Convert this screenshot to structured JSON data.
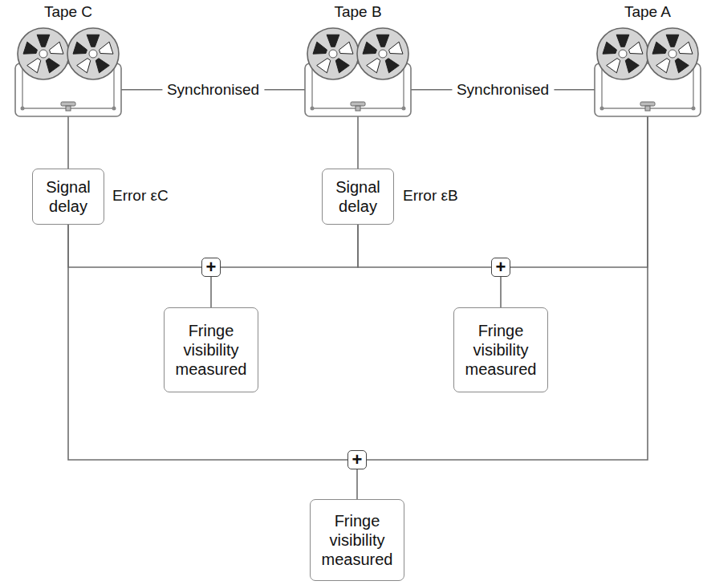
{
  "diagram": {
    "nodes": [
      {
        "text": [
          "Tape C"
        ]
      },
      {
        "text": [
          "Tape B"
        ]
      },
      {
        "text": [
          "Tape A"
        ]
      },
      {
        "text": [
          "Signal delay"
        ]
      },
      {
        "text": [
          "Signal delay"
        ]
      },
      {
        "text": [
          "+"
        ]
      },
      {
        "text": [
          "+"
        ]
      },
      {
        "text": [
          "Fringe visibility measured"
        ]
      },
      {
        "text": [
          "Fringe visibility measured"
        ]
      },
      {
        "text": [
          "+"
        ]
      },
      {
        "text": [
          "Fringe visibility measured"
        ]
      }
    ],
    "edges": [
      {
        "from": 0,
        "to": 1,
        "arrow": "none",
        "label": "Synchronised"
      },
      {
        "from": 1,
        "to": 2,
        "arrow": "none",
        "label": "Synchronised"
      },
      {
        "from": 0,
        "to": 3,
        "arrow": "none"
      },
      {
        "from": 1,
        "to": 4,
        "arrow": "none"
      },
      {
        "from": 3,
        "to": 5,
        "arrow": "none"
      },
      {
        "from": 3,
        "to": 9,
        "arrow": "none"
      },
      {
        "from": 4,
        "to": 5,
        "arrow": "none"
      },
      {
        "from": 4,
        "to": 6,
        "arrow": "none"
      },
      {
        "from": 2,
        "to": 6,
        "arrow": "none"
      },
      {
        "from": 2,
        "to": 9,
        "arrow": "none"
      },
      {
        "from": 5,
        "to": 7,
        "arrow": "none"
      },
      {
        "from": 6,
        "to": 8,
        "arrow": "none"
      },
      {
        "from": 9,
        "to": 10,
        "arrow": "none"
      }
    ],
    "labels": [
      "Error εC",
      "Error εB"
    ]
  }
}
